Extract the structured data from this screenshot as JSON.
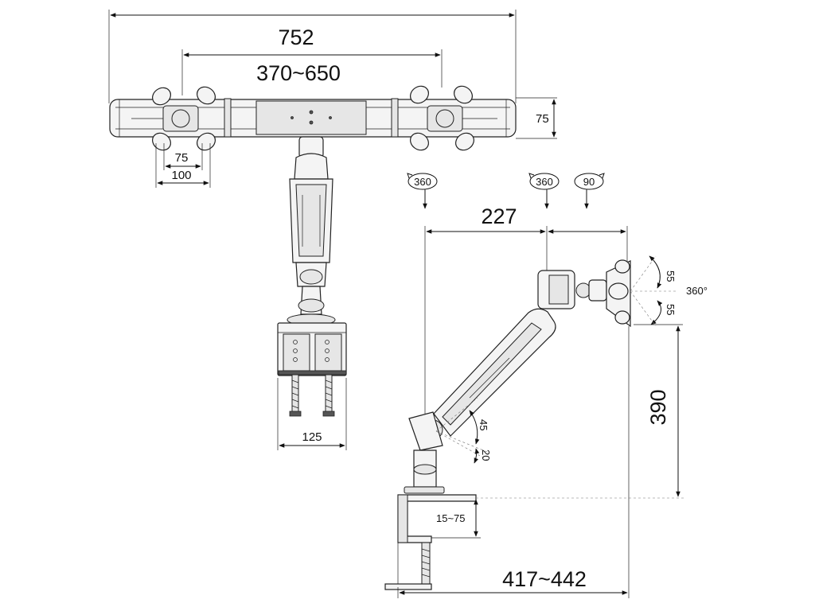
{
  "dimensions": {
    "total_width": "752",
    "span_range": "370~650",
    "bar_height": "75",
    "vesa_small": "75",
    "vesa_large": "100",
    "clamp_width": "125",
    "rot_base": "360",
    "rot_mid": "360",
    "rot_head": "90",
    "reach": "227",
    "tilt_up": "55",
    "tilt_down": "55",
    "rotation": "360°",
    "height": "390",
    "arm_up": "45",
    "arm_down": "20",
    "desk_thickness": "15~75",
    "total_depth": "417~442"
  },
  "colors": {
    "line": "#111111",
    "part_fill": "#f4f4f4",
    "background": "#ffffff"
  }
}
